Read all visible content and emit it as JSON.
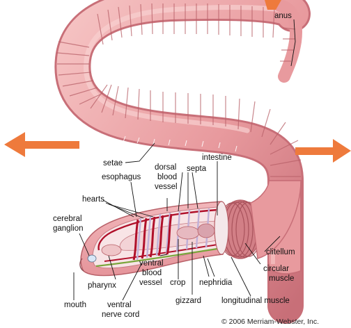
{
  "diagram": {
    "labels": {
      "anus": "anus",
      "setae": "setae",
      "dorsal_blood_vessel": [
        "dorsal",
        "blood",
        "vessel"
      ],
      "intestine": "intestine",
      "esophagus": "esophagus",
      "septa": "septa",
      "hearts": "hearts",
      "cerebral_ganglion": [
        "cerebral",
        "ganglion"
      ],
      "clitellum": "clitellum",
      "circular_muscle": [
        "circular",
        "muscle"
      ],
      "ventral_blood_vessel": [
        "ventral",
        "blood",
        "vessel"
      ],
      "crop": "crop",
      "nephridia": "nephridia",
      "pharynx": "pharynx",
      "mouth": "mouth",
      "ventral_nerve_cord": [
        "ventral",
        "nerve cord"
      ],
      "gizzard": "gizzard",
      "longitudinal_muscle": "longitudinal muscle"
    },
    "copyright": "© 2006 Merriam-Webster, Inc.",
    "colors": {
      "body": "#e89a9e",
      "body_highlight": "#f6c4c4",
      "body_shadow": "#c86f78",
      "arrow": "#ee7a3c",
      "vessel": "#b0102a",
      "intestine": "#f3d3d6",
      "nerve": "#79a63a"
    },
    "icons": {
      "left_arrow": "arrow-left-icon",
      "right_arrow": "arrow-right-icon",
      "top_arrow": "arrow-down-left-icon"
    }
  }
}
